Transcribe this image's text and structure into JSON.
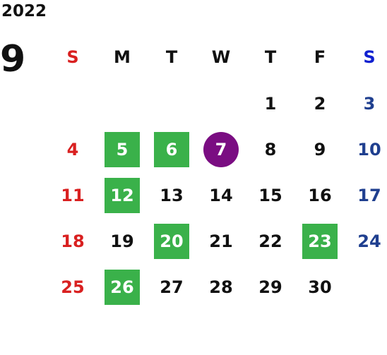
{
  "header": {
    "year": "2022",
    "month": "9"
  },
  "weekdays": [
    "S",
    "M",
    "T",
    "W",
    "T",
    "F",
    "S"
  ],
  "weeks": [
    [
      "",
      "",
      "",
      "",
      "1",
      "2",
      "3"
    ],
    [
      "4",
      "5",
      "6",
      "7",
      "8",
      "9",
      "10"
    ],
    [
      "11",
      "12",
      "13",
      "14",
      "15",
      "16",
      "17"
    ],
    [
      "18",
      "19",
      "20",
      "21",
      "22",
      "23",
      "24"
    ],
    [
      "25",
      "26",
      "27",
      "28",
      "29",
      "30",
      ""
    ]
  ],
  "highlighted_days": [
    "5",
    "6",
    "12",
    "20",
    "23",
    "26"
  ],
  "today": "7",
  "colors": {
    "sunday": "#d92020",
    "saturday": "#1f3f8f",
    "highlight": "#3ab14a",
    "today": "#7a0d82"
  }
}
